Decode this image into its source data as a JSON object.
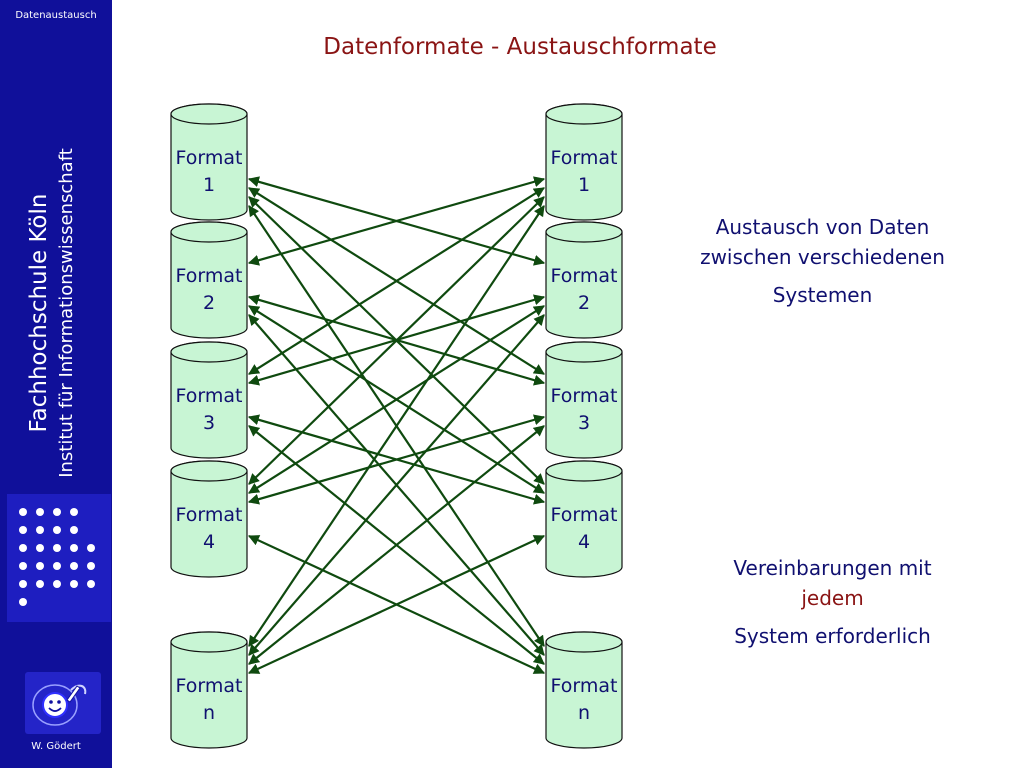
{
  "sidebar": {
    "top_label": "Datenaustausch",
    "institution_name": "Fachhochschule Köln",
    "institute": "Institut für Informationswissenschaft",
    "author": "W. Gödert"
  },
  "title": "Datenformate - Austauschformate",
  "left_formats": [
    {
      "line1": "Format",
      "line2": "1"
    },
    {
      "line1": "Format",
      "line2": "2"
    },
    {
      "line1": "Format",
      "line2": "3"
    },
    {
      "line1": "Format",
      "line2": "4"
    },
    {
      "line1": "Format",
      "line2": "n"
    }
  ],
  "right_formats": [
    {
      "line1": "Format",
      "line2": "1"
    },
    {
      "line1": "Format",
      "line2": "2"
    },
    {
      "line1": "Format",
      "line2": "3"
    },
    {
      "line1": "Format",
      "line2": "4"
    },
    {
      "line1": "Format",
      "line2": "n"
    }
  ],
  "note1": {
    "line1": "Austausch von Daten",
    "line2": "zwischen verschiedenen",
    "line3": "Systemen"
  },
  "note2": {
    "line1": "Vereinbarungen mit",
    "line2": "jedem",
    "line3": "System erforderlich"
  },
  "colors": {
    "sidebar": "#10109a",
    "title": "#8a1414",
    "text": "#101070",
    "cylinder_fill": "#c8f5d4",
    "arrow": "#0f4a0f"
  }
}
